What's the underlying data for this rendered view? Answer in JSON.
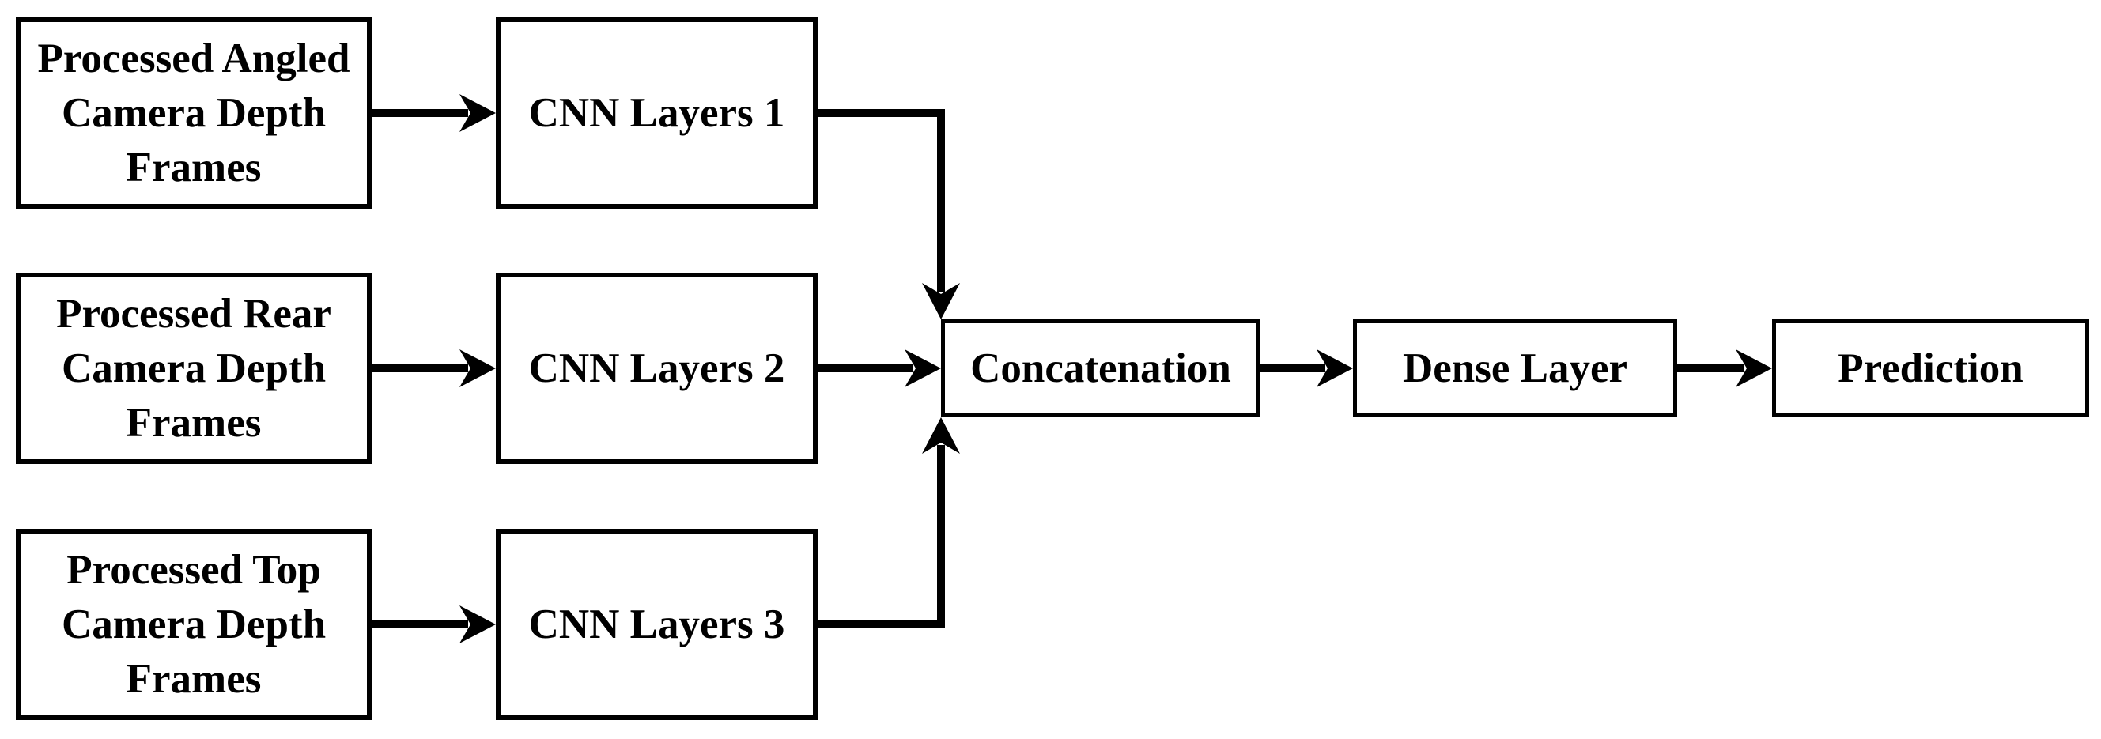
{
  "diagram": {
    "type": "flowchart",
    "background_color": "#ffffff",
    "line_color": "#000000",
    "box_fill_color": "#ffffff",
    "text_color": "#000000",
    "nodes": {
      "input_angled": {
        "lines": [
          "Processed Angled",
          "Camera Depth",
          "Frames"
        ]
      },
      "input_rear": {
        "lines": [
          "Processed Rear",
          "Camera Depth",
          "Frames"
        ]
      },
      "input_top": {
        "lines": [
          "Processed Top",
          "Camera Depth",
          "Frames"
        ]
      },
      "cnn1": {
        "label": "CNN Layers 1"
      },
      "cnn2": {
        "label": "CNN Layers 2"
      },
      "cnn3": {
        "label": "CNN Layers 3"
      },
      "concatenation": {
        "label": "Concatenation"
      },
      "dense_layer": {
        "label": "Dense Layer"
      },
      "prediction": {
        "label": "Prediction"
      }
    },
    "edges": [
      {
        "from": "Processed Angled Camera Depth Frames",
        "to": "CNN Layers 1"
      },
      {
        "from": "Processed Rear Camera Depth Frames",
        "to": "CNN Layers 2"
      },
      {
        "from": "Processed Top Camera Depth Frames",
        "to": "CNN Layers 3"
      },
      {
        "from": "CNN Layers 1",
        "to": "Concatenation"
      },
      {
        "from": "CNN Layers 2",
        "to": "Concatenation"
      },
      {
        "from": "CNN Layers 3",
        "to": "Concatenation"
      },
      {
        "from": "Concatenation",
        "to": "Dense Layer"
      },
      {
        "from": "Dense Layer",
        "to": "Prediction"
      }
    ]
  }
}
